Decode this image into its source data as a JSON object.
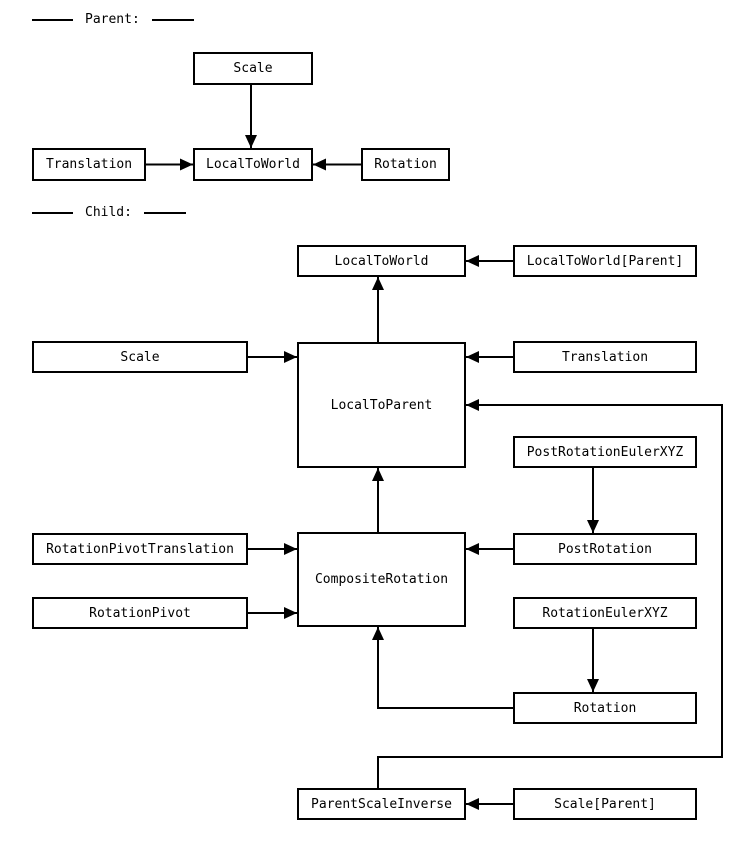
{
  "section_labels": {
    "parent": "Parent:",
    "child": "Child:"
  },
  "nodes": {
    "parent": {
      "scale": "Scale",
      "translation": "Translation",
      "local_to_world": "LocalToWorld",
      "rotation": "Rotation"
    },
    "child": {
      "local_to_world": "LocalToWorld",
      "local_to_world_parent": "LocalToWorld[Parent]",
      "scale": "Scale",
      "translation": "Translation",
      "local_to_parent": "LocalToParent",
      "post_rotation_euler_xyz": "PostRotationEulerXYZ",
      "rotation_pivot_translation": "RotationPivotTranslation",
      "post_rotation": "PostRotation",
      "composite_rotation": "CompositeRotation",
      "rotation_pivot": "RotationPivot",
      "rotation_euler_xyz": "RotationEulerXYZ",
      "rotation": "Rotation",
      "parent_scale_inverse": "ParentScaleInverse",
      "scale_parent": "Scale[Parent]"
    }
  },
  "edges": {
    "parent": [
      {
        "from": "Scale",
        "to": "LocalToWorld"
      },
      {
        "from": "Translation",
        "to": "LocalToWorld"
      },
      {
        "from": "Rotation",
        "to": "LocalToWorld"
      }
    ],
    "child": [
      {
        "from": "LocalToParent",
        "to": "LocalToWorld"
      },
      {
        "from": "LocalToWorld[Parent]",
        "to": "LocalToWorld"
      },
      {
        "from": "Scale",
        "to": "LocalToParent"
      },
      {
        "from": "Translation",
        "to": "LocalToParent"
      },
      {
        "from": "ParentScaleInverse",
        "to": "LocalToParent"
      },
      {
        "from": "PostRotationEulerXYZ",
        "to": "PostRotation"
      },
      {
        "from": "RotationPivotTranslation",
        "to": "CompositeRotation"
      },
      {
        "from": "RotationPivot",
        "to": "CompositeRotation"
      },
      {
        "from": "PostRotation",
        "to": "CompositeRotation"
      },
      {
        "from": "CompositeRotation",
        "to": "LocalToParent"
      },
      {
        "from": "RotationEulerXYZ",
        "to": "Rotation"
      },
      {
        "from": "Rotation",
        "to": "CompositeRotation"
      },
      {
        "from": "Scale[Parent]",
        "to": "ParentScaleInverse"
      }
    ]
  },
  "colors": {
    "stroke": "#000000",
    "background": "#ffffff",
    "node_fill": "#ffffff",
    "text": "#000000"
  }
}
